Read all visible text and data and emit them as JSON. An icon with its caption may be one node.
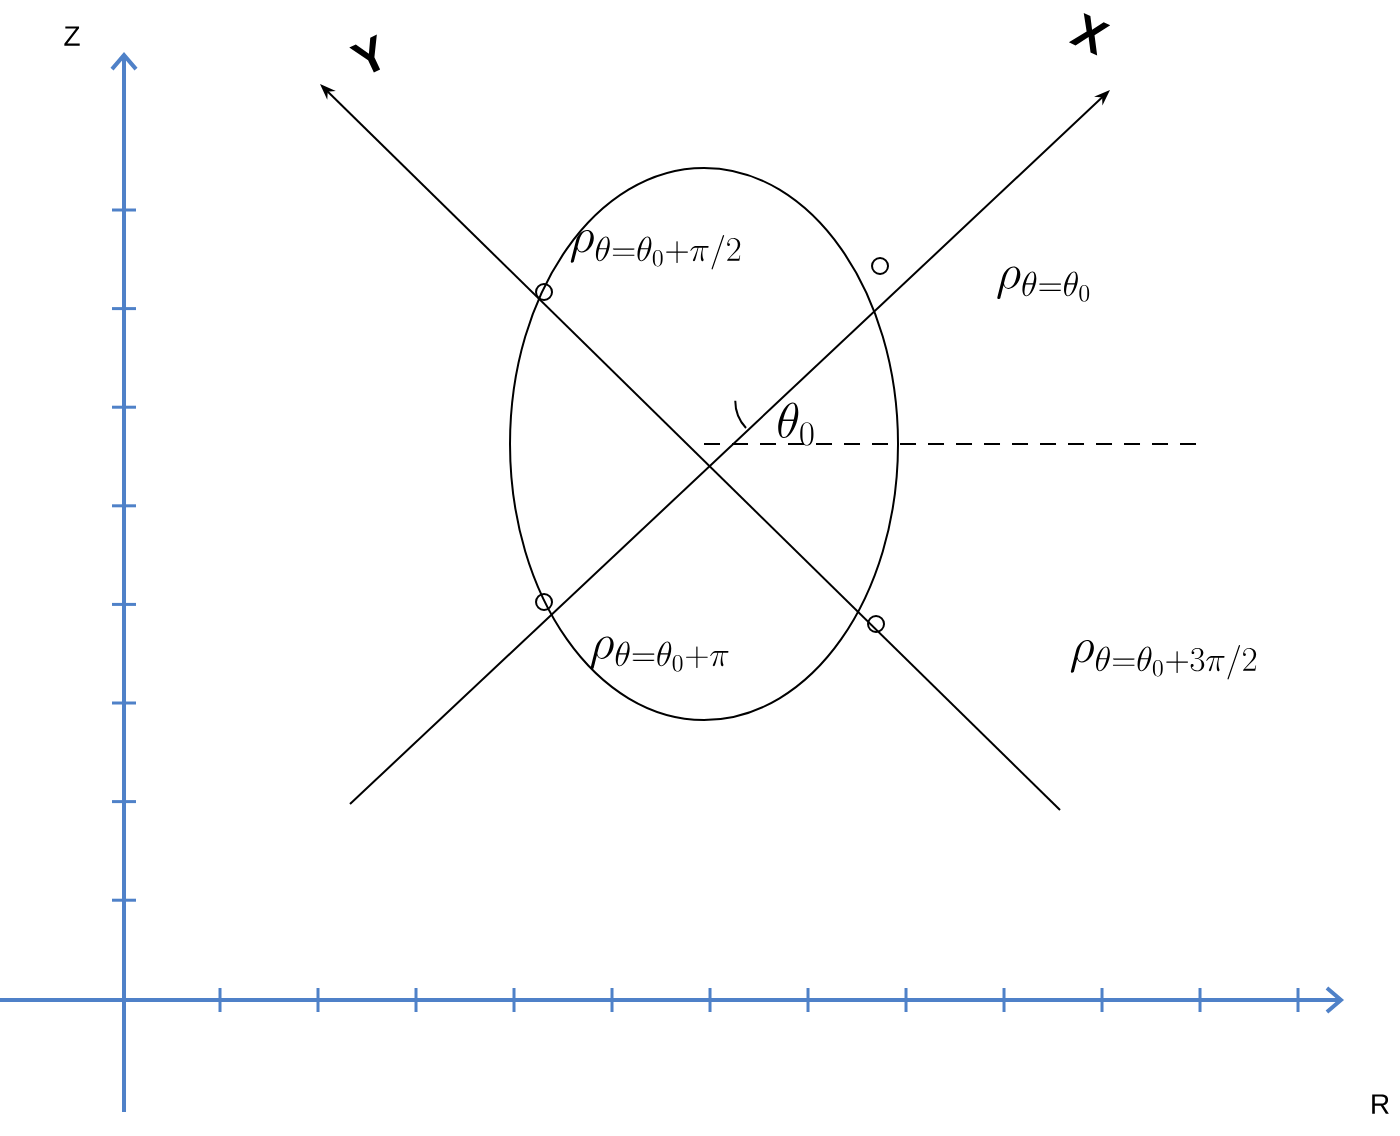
{
  "diagram": {
    "labels": [
      "Z",
      "R",
      "Y",
      "X",
      "\\theta_0",
      "\\rho_{\\theta=\\theta_0+\\pi/2}",
      "\\rho_{\\theta=\\theta_0}",
      "\\rho_{\\theta=\\theta_0+\\pi}",
      "\\rho_{\\theta=\\theta_0+3\\pi/2}"
    ]
  }
}
